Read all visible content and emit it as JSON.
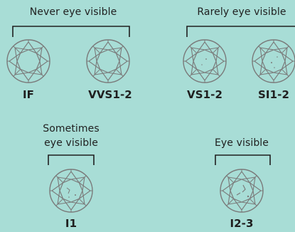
{
  "colors": {
    "background": "#a8ddd6",
    "stroke": "#7a7a7a",
    "bracket": "#1f1f1f",
    "text": "#1f1f1f"
  },
  "groups": [
    {
      "title": "Never eye visible",
      "grades": [
        "IF",
        "VVS1-2"
      ]
    },
    {
      "title": "Rarely eye visible",
      "grades": [
        "VS1-2",
        "SI1-2"
      ]
    },
    {
      "title": "Sometimes eye visible",
      "title_lines": [
        "Sometimes",
        "eye visible"
      ],
      "grades": [
        "I1"
      ]
    },
    {
      "title": "Eye visible",
      "grades": [
        "I2-3"
      ]
    }
  ],
  "icon": "round-diamond-top-view-icon"
}
